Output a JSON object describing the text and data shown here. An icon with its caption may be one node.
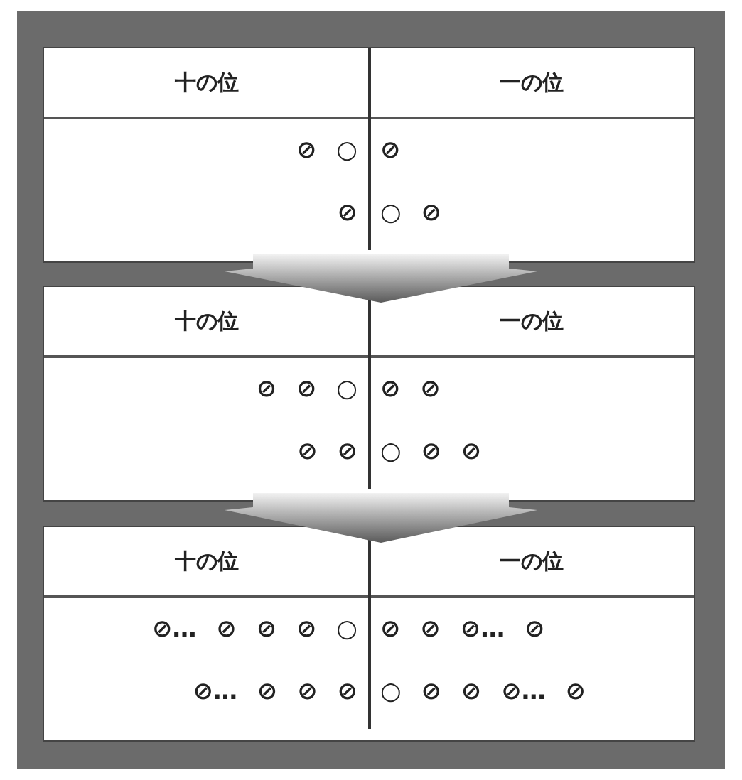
{
  "diagram": {
    "nodes": [
      {
        "text": [
          "十の位",
          "一の位",
          "⊘ ○",
          "⊘",
          "⊘",
          "○ ⊘"
        ]
      },
      {
        "text": [
          "十の位",
          "一の位",
          "⊘ ⊘ ○",
          "⊘ ⊘",
          "⊘ ⊘",
          "○ ⊘ ⊘"
        ]
      },
      {
        "text": [
          "十の位",
          "一の位",
          "⊘… ⊘ ⊘ ⊘ ○",
          "⊘ ⊘ ⊘… ⊘",
          "⊘… ⊘ ⊘ ⊘",
          "○ ⊘ ⊘ ⊘… ⊘"
        ]
      }
    ],
    "edges": [
      {
        "from": 0,
        "to": 1,
        "arrow": "to"
      },
      {
        "from": 1,
        "to": 2,
        "arrow": "to"
      }
    ]
  }
}
